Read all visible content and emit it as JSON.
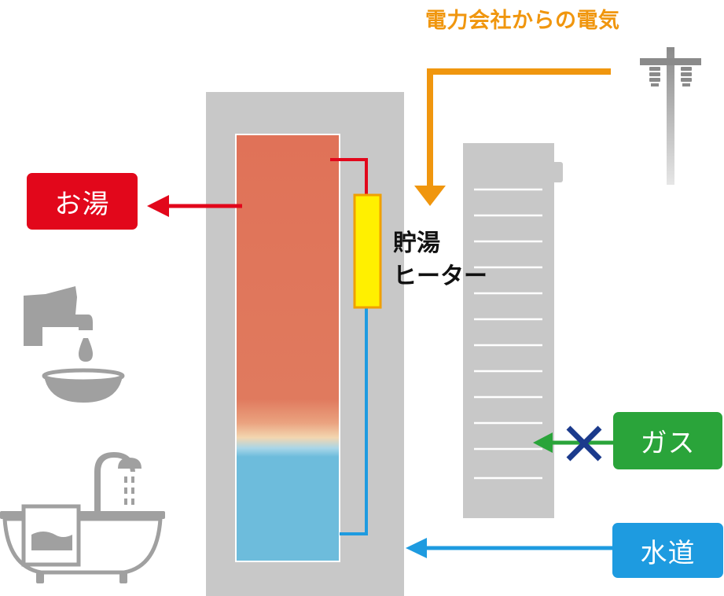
{
  "labels": {
    "electricity": "電力会社からの電気",
    "hot_water": "お湯",
    "heater_line1": "貯湯",
    "heater_line2": "ヒーター",
    "gas": "ガス",
    "water_supply": "水道"
  },
  "colors": {
    "electricity": "#f0960e",
    "hot_water": "#e2071b",
    "hot_water_tank": "#e0755c",
    "cold_water_tank": "#6dbcdc",
    "water_pipe": "#1e9be0",
    "heater": "#fff000",
    "heater_border": "#f0a000",
    "gas": "#2aa43a",
    "gas_blocked_x": "#1b3a8c",
    "water_supply": "#1e9be0",
    "unit_body": "#c8c8c8",
    "icon_gray": "#a0a0a0"
  },
  "icons": [
    "power-pole-icon",
    "faucet-icon",
    "bathtub-icon",
    "blocked-x-icon"
  ]
}
